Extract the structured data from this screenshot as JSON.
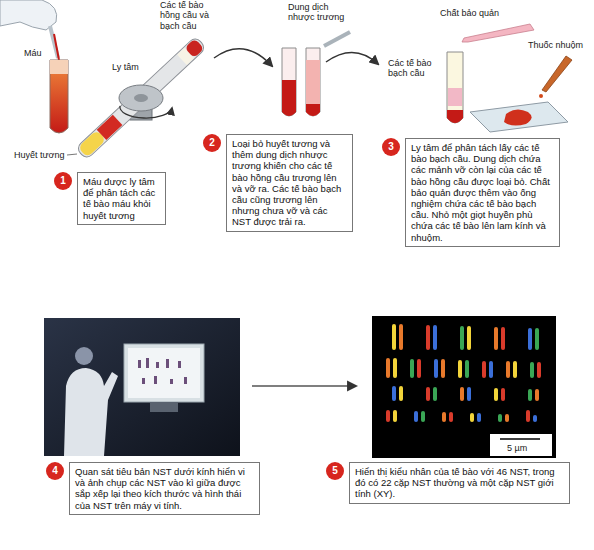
{
  "diagram": {
    "nodes": [
      {
        "text": [
          "1",
          "Máu được ly tâm để phân tách các tế bào máu khỏi huyết tương"
        ]
      },
      {
        "text": [
          "2",
          "Loại bỏ huyết tương và thêm dung dịch nhược trương khiến cho các tế bào hồng cầu trương lên và vỡ ra. Các tế bào bạch cầu cũng trương lên nhưng chưa vỡ và các NST được trải ra."
        ]
      },
      {
        "text": [
          "3",
          "Ly tâm để phân tách lấy các tế bào bạch cầu. Dung dịch chứa các mảnh vỡ còn lại của các tế bào hồng cầu được loại bỏ. Chất bảo quản được thêm vào ống nghiệm chứa các tế bào bạch cầu. Nhỏ một giọt huyền phù chứa các tế bào lên lam kính và nhuộm."
        ]
      },
      {
        "text": [
          "4",
          "Quan sát tiêu bản NST dưới kính hiển vi và ảnh chụp các NST vào kì giữa được sắp xếp lại theo kích thước và hình thái của NST trên máy vi tính."
        ]
      },
      {
        "text": [
          "5",
          "Hiển thị kiểu nhân của tế bào với 46 NST, trong đó có 22 cặp NST thường và một cặp NST giới tính (XY)."
        ]
      }
    ],
    "labels": [
      "Máu",
      "Các tế bào hồng cầu và bạch cầu",
      "Ly tâm",
      "Huyết tương",
      "Dung dịch nhược trương",
      "Chất bảo quản",
      "Thuốc nhuộm",
      "Các tế bào bạch cầu",
      "5 µm"
    ]
  }
}
